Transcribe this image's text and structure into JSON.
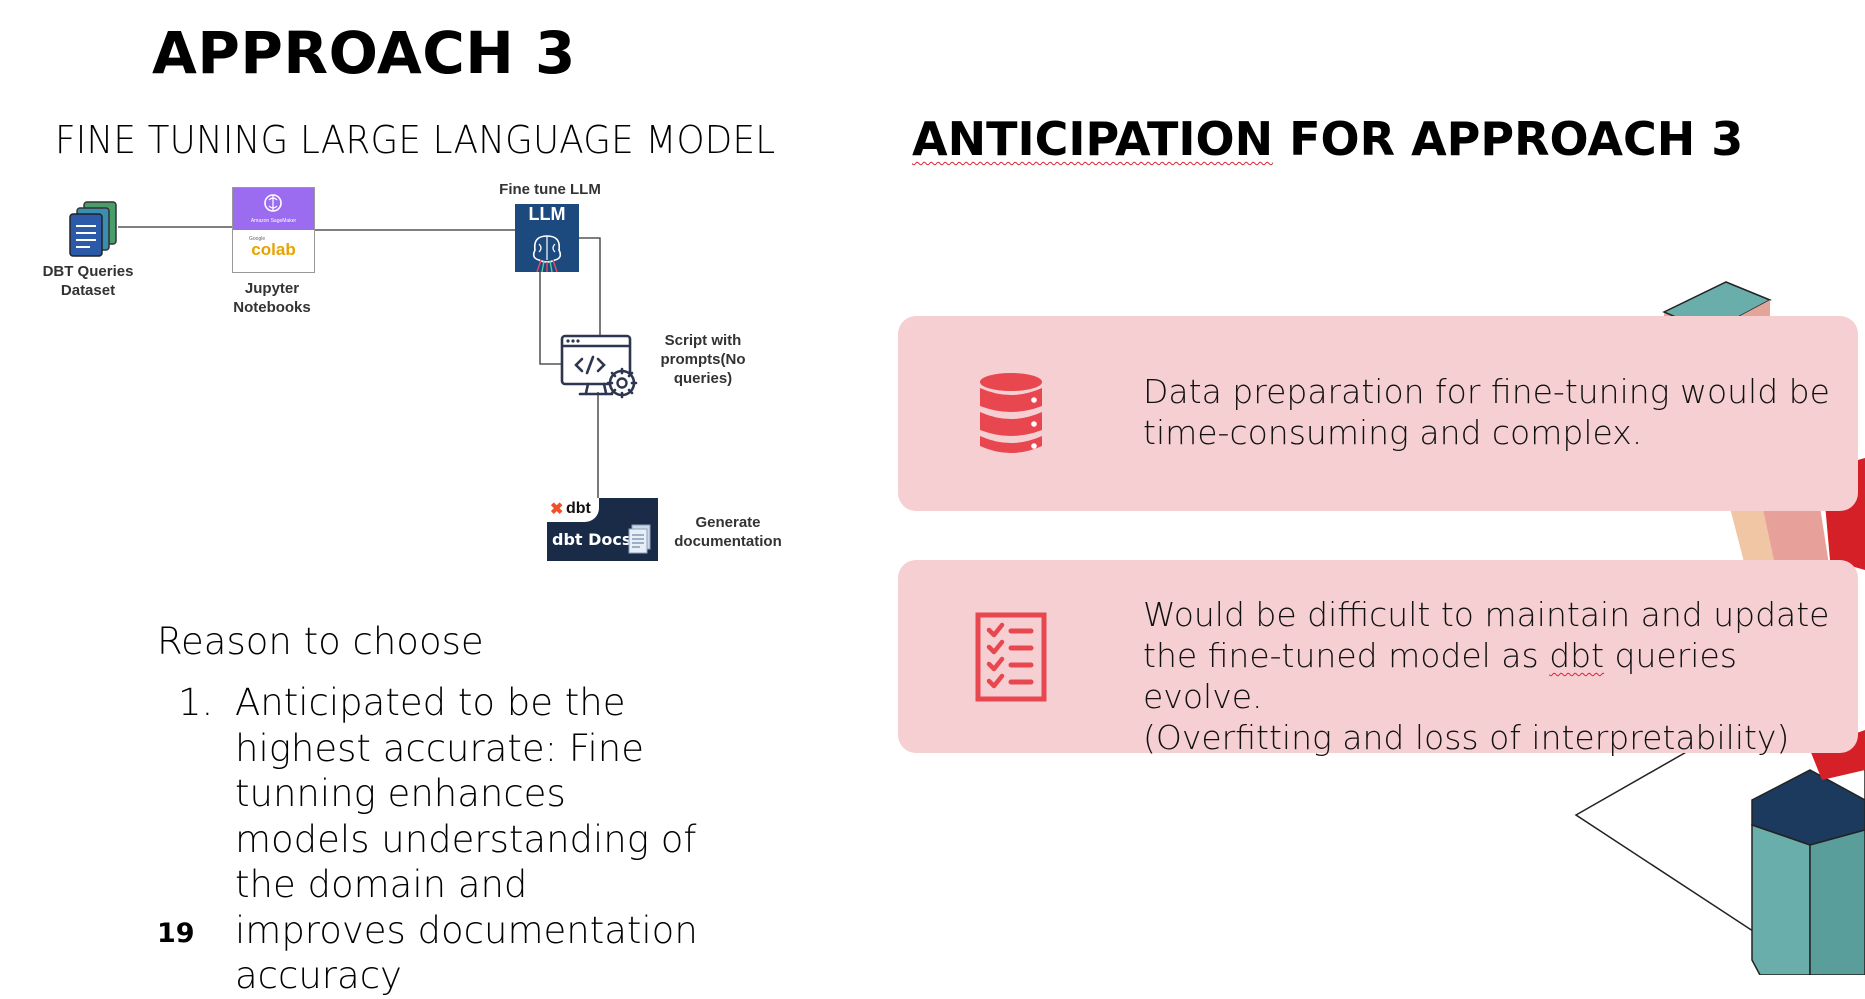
{
  "slide": {
    "title": "APPROACH 3",
    "subtitle": "FINE TUNING LARGE LANGUAGE MODEL",
    "page_number": "19"
  },
  "diagram": {
    "dataset_label_line1": "DBT Queries",
    "dataset_label_line2": "Dataset",
    "sagemaker_text": "Amazon SageMaker",
    "colab_small": "Google",
    "colab_text": "colab",
    "notebooks_label_line1": "Jupyter",
    "notebooks_label_line2": "Notebooks",
    "llm_caption": "Fine tune LLM",
    "llm_text": "LLM",
    "script_label_line1": "Script with",
    "script_label_line2": "prompts(No",
    "script_label_line3": "queries)",
    "dbt_logo_text": "dbt",
    "dbt_docs_text": "dbt Docs",
    "generate_label_line1": "Generate",
    "generate_label_line2": "documentation"
  },
  "reason": {
    "heading": "Reason to choose",
    "items": [
      {
        "number": "1.",
        "text": "Anticipated to be the highest accurate: Fine tunning enhances models understanding of the domain and improves documentation accuracy"
      }
    ]
  },
  "anticipation": {
    "title_part1": "ANTICIPATION",
    "title_part2": " FOR APPROACH 3",
    "cards": [
      {
        "icon": "database-icon",
        "line1": "Data preparation for fine-tuning would be",
        "line2": "time-consuming and complex."
      },
      {
        "icon": "checklist-icon",
        "line1": "Would be difficult to maintain and update",
        "line2_pre": "the fine-tuned model as ",
        "line2_dbt": "dbt",
        "line2_post": " queries evolve.",
        "line3": "(Overfitting and loss of interpretability)"
      }
    ]
  },
  "colors": {
    "card_bg": "#f5cfd2",
    "icon_red": "#e8474f",
    "teal": "#6aaeab",
    "navy": "#1c3a5e"
  }
}
